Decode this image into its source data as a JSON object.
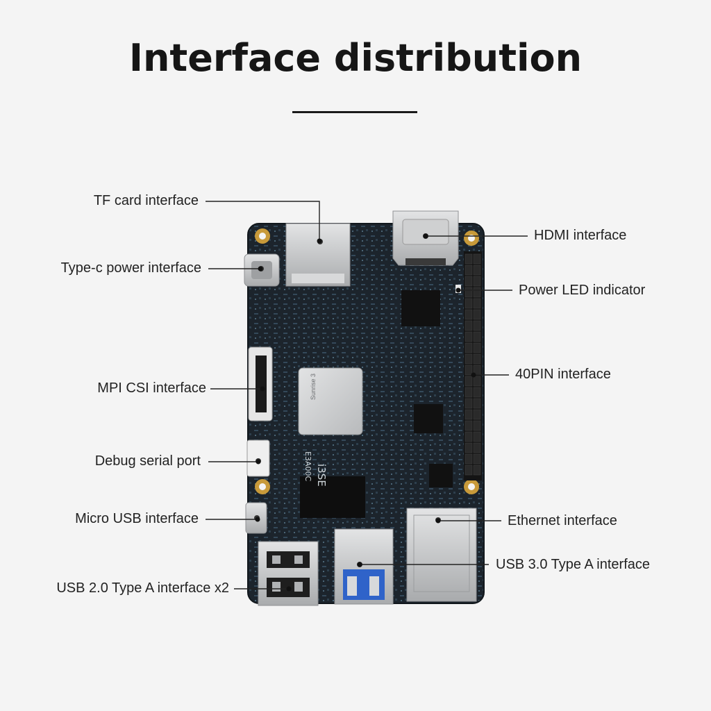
{
  "title": "Interface distribution",
  "labels": {
    "tf_card": "TF card interface",
    "type_c_power": "Type-c power interface",
    "mpi_csi": "MPI CSI interface",
    "debug_serial": "Debug serial port",
    "micro_usb": "Micro USB interface",
    "usb2_type_a": "USB 2.0 Type A interface x2",
    "hdmi": "HDMI interface",
    "power_led": "Power LED indicator",
    "pin40": "40PIN interface",
    "ethernet": "Ethernet interface",
    "usb3_type_a": "USB 3.0 Type A interface"
  },
  "board_markings": {
    "chip_brand": "Sunrise 3",
    "board_code": "i3SE",
    "board_rev": "E3A00C"
  },
  "colors": {
    "background": "#f4f4f4",
    "pcb": "#1b232b",
    "trace": "#3a5566",
    "metal": "#c9cbcc",
    "gold": "#c89a3a",
    "usb3_blue": "#2f63c9"
  }
}
